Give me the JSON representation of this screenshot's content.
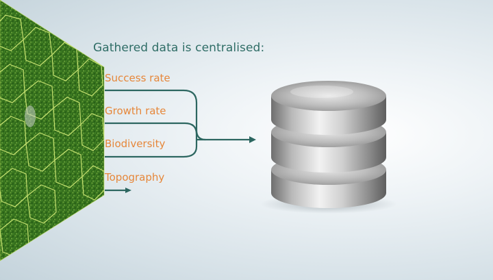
{
  "heading": "Gathered data is centralised:",
  "items": [
    {
      "label": "Success rate"
    },
    {
      "label": "Growth rate"
    },
    {
      "label": "Biodiversity"
    },
    {
      "label": "Topography"
    }
  ],
  "colors": {
    "heading": "#2f6d66",
    "labels": "#e6873a",
    "connector": "#2c6660",
    "hex_grid": "#d6ee7a"
  },
  "icons": {
    "panel": "aerial-vegetation-hex-grid-panel",
    "target": "database-icon"
  }
}
